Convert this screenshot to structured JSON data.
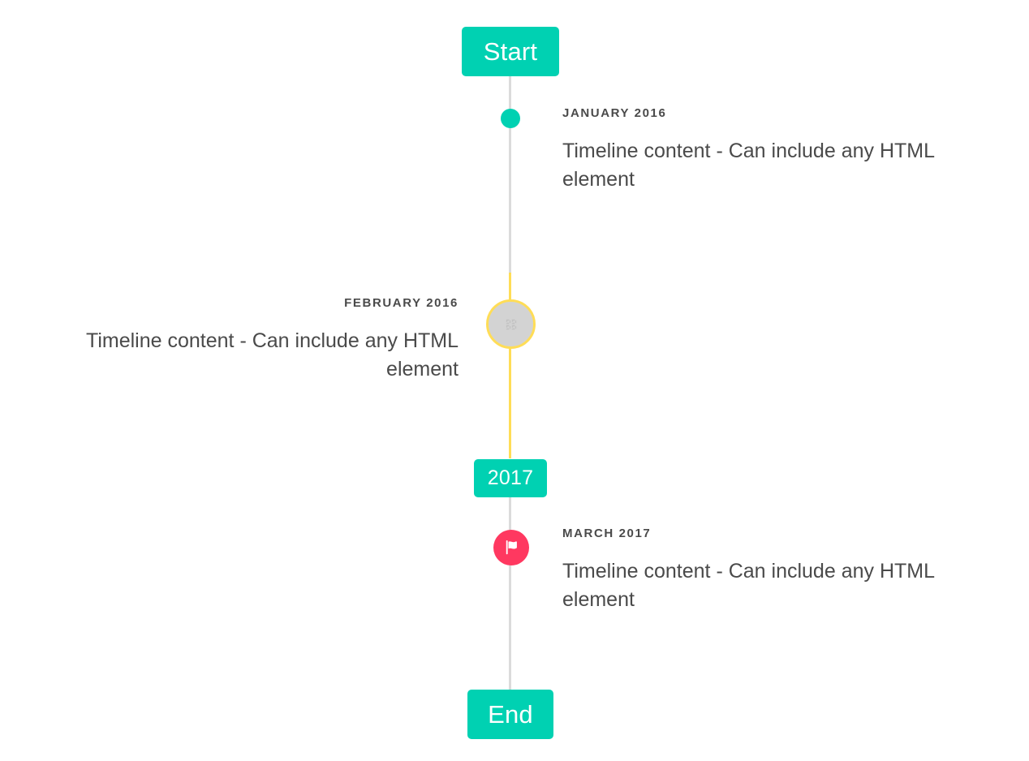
{
  "page": {
    "title": "Timeline",
    "background": "#ffffff"
  },
  "colors": {
    "primary": "#00d1b2",
    "warning": "#ffdd57",
    "danger": "#ff3860",
    "rail": "#dbdbdb",
    "text": "#4a4a4a",
    "marker_image_bg": "#d3d3d3"
  },
  "timeline": {
    "header": {
      "label": "Start",
      "color": "#00d1b2"
    },
    "divider": {
      "label": "2017",
      "color": "#00d1b2"
    },
    "footer": {
      "label": "End",
      "color": "#00d1b2"
    },
    "rail_segments": [
      {
        "name": "start-to-january",
        "color": "#dbdbdb"
      },
      {
        "name": "february-to-2017",
        "color": "#ffdd57"
      },
      {
        "name": "march-to-end",
        "color": "#dbdbdb"
      }
    ],
    "items": [
      {
        "id": "january-2016",
        "heading": "JANUARY 2016",
        "body": "Timeline content - Can include any HTML element",
        "side": "right",
        "marker": {
          "type": "dot",
          "icon": "dot-marker-icon",
          "color": "#00d1b2"
        }
      },
      {
        "id": "february-2016",
        "heading": "FEBRUARY 2016",
        "body": "Timeline content - Can include any HTML element",
        "side": "left",
        "marker": {
          "type": "image",
          "icon": "broken-image-icon",
          "color": "#ffdd57",
          "fill": "#d3d3d3"
        }
      },
      {
        "id": "march-2017",
        "heading": "MARCH 2017",
        "body": "Timeline content - Can include any HTML element",
        "side": "right",
        "marker": {
          "type": "icon",
          "icon": "flag-icon",
          "color": "#ff3860"
        }
      }
    ]
  }
}
